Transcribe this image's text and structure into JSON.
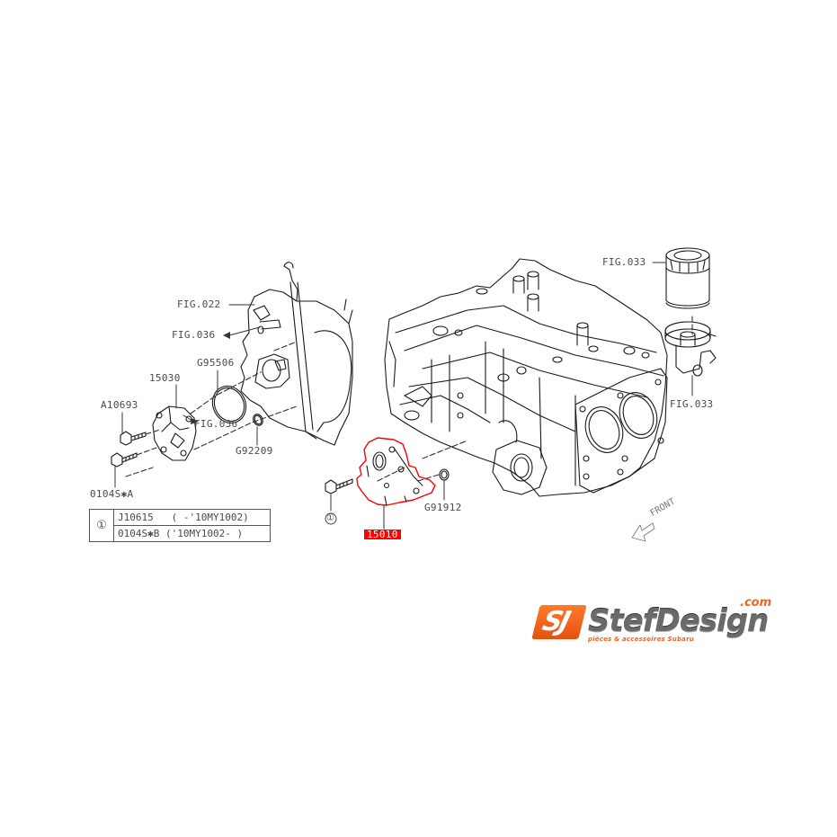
{
  "diagram": {
    "type": "exploded-parts-diagram",
    "subject": "Engine oil pump and cylinder block",
    "highlight_color": "#ff0000",
    "line_color": "#1a1a1a",
    "label_color": "#4a4a4a"
  },
  "callouts": {
    "fig022": "FIG.022",
    "fig036_upper": "FIG.036",
    "g95506": "G95506",
    "p15030": "15030",
    "a10693": "A10693",
    "fig036_lower": "FIG.036",
    "g92209": "G92209",
    "p0104sa": "0104S✱A",
    "ref1_bolt": "①",
    "p15010": "15010",
    "g91912": "G91912",
    "fig033_filter": "FIG.033",
    "fig033_housing": "FIG.033",
    "front_arrow": "FRONT"
  },
  "applicability_table": {
    "ref": "①",
    "rows": [
      {
        "part": "J10615",
        "range": "( -'10MY1002)"
      },
      {
        "part": "0104S✱B",
        "range": "('10MY1002- )"
      }
    ],
    "row0_text": "J10615   ( -'10MY1002)",
    "row1_text": "0104S✱B ('10MY1002- )"
  },
  "logo": {
    "mark": "SJ",
    "name": "StefDesign",
    "domain": ".com",
    "tagline": "pièces & accessoires Subaru",
    "brand_orange": "#f26522",
    "brand_grey": "#6a6a6a"
  }
}
